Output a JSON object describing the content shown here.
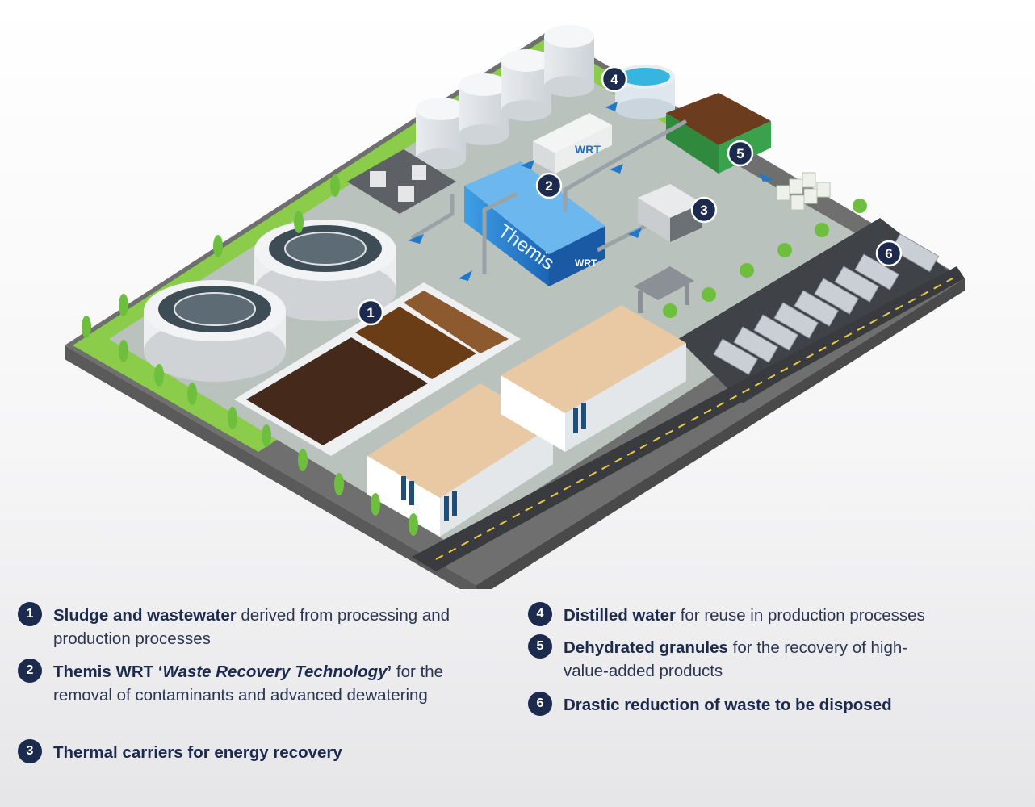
{
  "scene": {
    "markers": [
      "1",
      "2",
      "3",
      "4",
      "5",
      "6"
    ],
    "container_brand": "Themis",
    "container_logo": "WRT",
    "unit_logo": "WRT"
  },
  "legend": [
    {
      "num": "1",
      "bold": "Sludge and wastewater",
      "rest": " derived from processing and production processes"
    },
    {
      "num": "2",
      "bold_a": "Themis WRT ‘",
      "italic": "Waste Recovery Technology",
      "bold_b": "’",
      "rest": " for the removal of contaminants and advanced dewatering"
    },
    {
      "num": "3",
      "bold": "Thermal carriers for energy recovery",
      "rest": ""
    },
    {
      "num": "4",
      "bold": "Distilled water",
      "rest": " for reuse in production processes"
    },
    {
      "num": "5",
      "bold": "Dehydrated granules",
      "rest": " for the recovery of high-value-added products"
    },
    {
      "num": "6",
      "bold": "Drastic reduction of waste to be disposed",
      "rest": ""
    }
  ],
  "colors": {
    "navy": "#1c2a4e",
    "accent_blue": "#1f78c8",
    "grass": "#8ccc4b",
    "plaza": "#b9c2bd"
  }
}
